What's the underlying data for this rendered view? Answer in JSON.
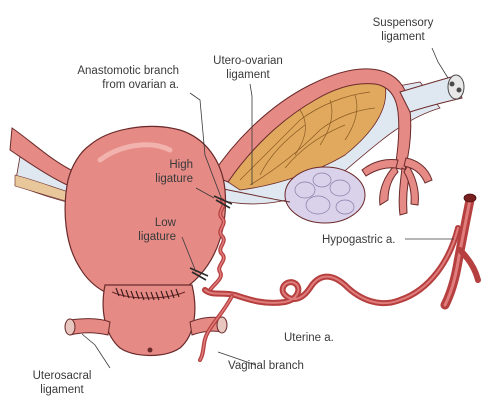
{
  "colors": {
    "tissue": "#e58a85",
    "tissue_light": "#f2b3ae",
    "tissue_dark": "#c45c5a",
    "outline": "#6b2a2a",
    "artery": "#c94848",
    "vessel_tan": "#d9a85a",
    "ovary": "#d9d2ea",
    "broad_ligament": "#dfe7f0",
    "label_text": "#3a3a3a"
  },
  "labels": {
    "suspensory": [
      "Suspensory",
      "ligament"
    ],
    "utero_ovarian": [
      "Utero-ovarian",
      "ligament"
    ],
    "anastomotic": [
      "Anastomotic branch",
      "from ovarian a."
    ],
    "high_ligature": [
      "High",
      "ligature"
    ],
    "low_ligature": [
      "Low",
      "ligature"
    ],
    "hypogastric": "Hypogastric a.",
    "uterine": "Uterine a.",
    "vaginal": "Vaginal branch",
    "uterosacral": [
      "Uterosacral",
      "ligament"
    ]
  }
}
